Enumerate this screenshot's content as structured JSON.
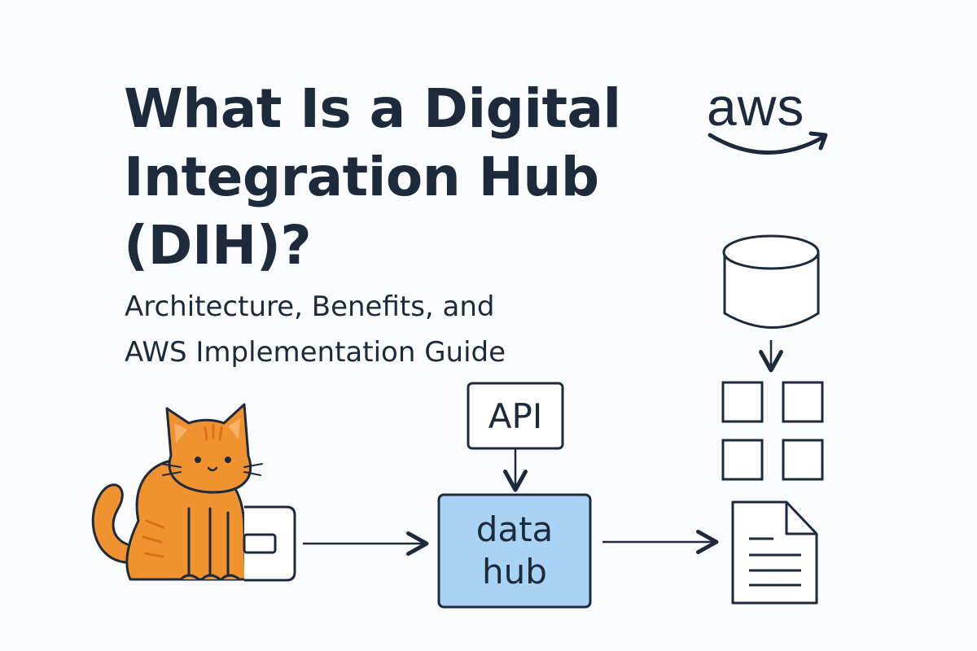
{
  "title": {
    "line1": "What Is a Digital",
    "line2": "Integration Hub",
    "line3": "(DIH)?"
  },
  "subtitle": {
    "line1": "Architecture, Benefits, and",
    "line2": "AWS Implementation Guide"
  },
  "logo": {
    "text": "aws",
    "icon": "amazon-smile-arrow"
  },
  "diagram": {
    "api_label": "API",
    "hub_label_line1": "data",
    "hub_label_line2": "hub",
    "colors": {
      "hub_fill": "#a9d3f5",
      "stroke": "#1c2a3c",
      "cat_fill": "#f0922f",
      "cat_stripe": "#d9701a"
    },
    "icons": [
      "cat-mascot",
      "card-icon",
      "database-icon",
      "grid-icon",
      "document-icon"
    ]
  }
}
